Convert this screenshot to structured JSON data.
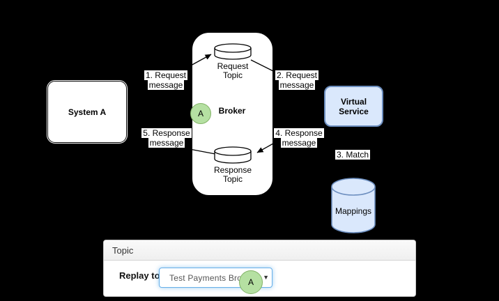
{
  "diagram": {
    "system_a_label": "System A",
    "broker_label": "Broker",
    "broker_badge": "A",
    "request_topic": {
      "line1": "Request",
      "line2": "Topic"
    },
    "response_topic": {
      "line1": "Response",
      "line2": "Topic"
    },
    "virtual_service": {
      "line1": "Virtual",
      "line2": "Service"
    },
    "mappings_label": "Mappings",
    "messages": {
      "m1": {
        "line1": "1. Request",
        "line2": "message"
      },
      "m2": {
        "line1": "2. Request",
        "line2": "message"
      },
      "m3": {
        "line1": "3. Match"
      },
      "m4": {
        "line1": "4. Response",
        "line2": "message"
      },
      "m5": {
        "line1": "5. Response",
        "line2": "message"
      }
    },
    "colors": {
      "blue_fill": "#dae8fc",
      "blue_border": "#6c8ebf",
      "green_fill": "#b5e0a2",
      "green_border": "#82b366"
    }
  },
  "panel": {
    "header": "Topic",
    "replay_label": "Replay to",
    "dropdown_value": "Test Payments Brok",
    "dropdown_arrow": "▼",
    "badge": "A",
    "focus_color": "#66afe9"
  }
}
